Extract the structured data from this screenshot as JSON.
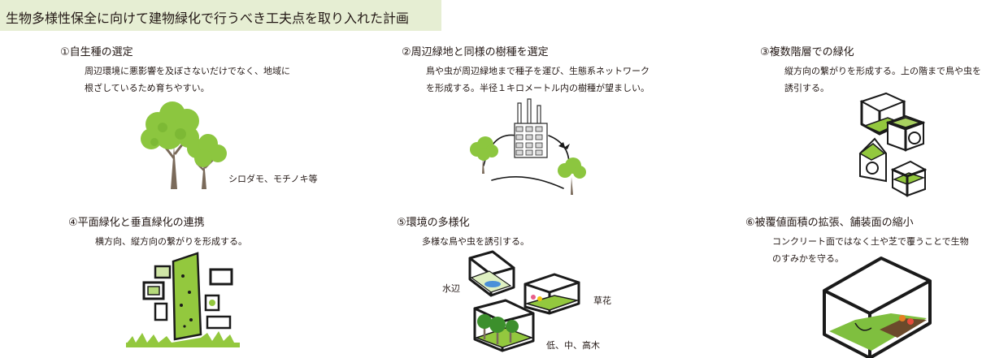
{
  "title": "生物多様性保全に向けて建物緑化で行うべき工夫点を取り入れた計画",
  "points": [
    {
      "heading": "①自生種の選定",
      "lines": [
        "周辺環境に悪影響を及ぼさないだけでなく、地域に",
        "根ざしているため育ちやすい。"
      ],
      "caption": "シロダモ、モチノキ等",
      "icon": "native-trees-icon"
    },
    {
      "heading": "②周辺緑地と同様の樹種を選定",
      "lines": [
        "鳥や虫が周辺緑地まで種子を運び、生態系ネットワーク",
        "を形成する。半径１キロメートル内の樹種が望ましい。"
      ],
      "icon": "green-network-icon"
    },
    {
      "heading": "③複数階層での緑化",
      "lines": [
        "縦方向の繋がりを形成する。上の階まで鳥や虫を",
        "誘引する。"
      ],
      "icon": "stacked-cubes-icon"
    },
    {
      "heading": "④平面緑化と垂直緑化の連携",
      "lines": [
        "横方向、縦方向の繋がりを形成する。"
      ],
      "icon": "green-wall-icon"
    },
    {
      "heading": "⑤環境の多様化",
      "lines": [
        "多様な鳥や虫を誘引する。"
      ],
      "labels": {
        "water": "水辺",
        "flowers": "草花",
        "trees": "低、中、高木"
      },
      "icon": "habitat-boxes-icon"
    },
    {
      "heading": "⑥被覆値面積の拡張、舗装面の縮小",
      "lines": [
        "コンクリート面ではなく土や芝で覆うことで生物",
        "のすみかを守る。"
      ],
      "icon": "soil-cover-icon"
    }
  ],
  "colors": {
    "title_band": "#e6eed3",
    "green": "#93c83e",
    "trunk": "#7a6a5a"
  }
}
